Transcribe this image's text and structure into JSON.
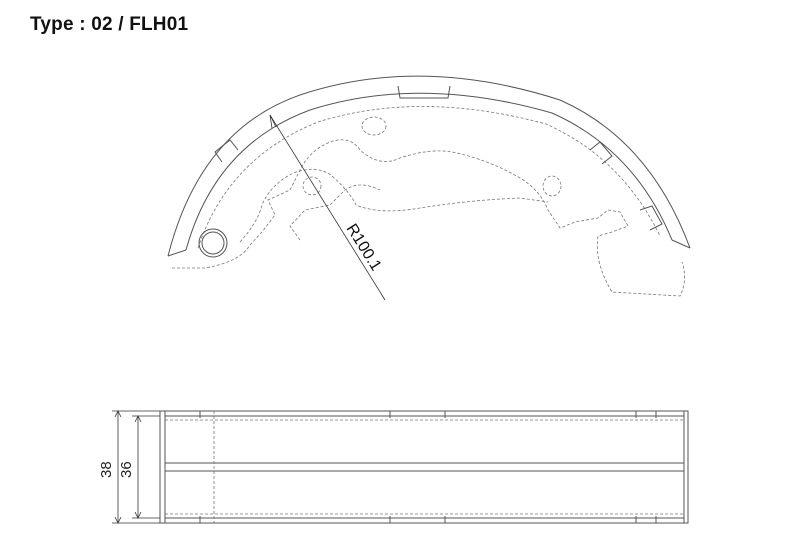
{
  "title": "Type : 02 / FLH01",
  "radius_label": "R100.1",
  "dimensions": {
    "outer_height": "38",
    "inner_height": "36"
  }
}
